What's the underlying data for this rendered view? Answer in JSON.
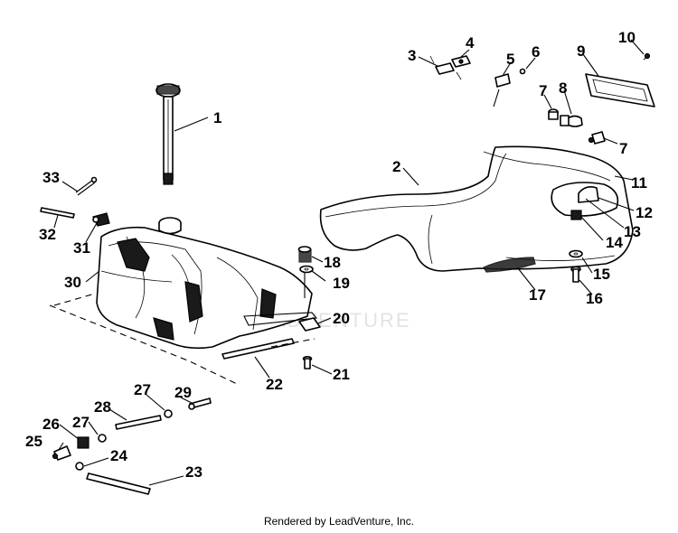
{
  "watermark": "LEADVENTURE",
  "footer": "Rendered by LeadVenture, Inc.",
  "callouts": [
    "1",
    "2",
    "3",
    "4",
    "5",
    "6",
    "7",
    "8",
    "9",
    "10",
    "7",
    "11",
    "12",
    "13",
    "14",
    "15",
    "16",
    "17",
    "18",
    "19",
    "20",
    "21",
    "22",
    "23",
    "24",
    "25",
    "26",
    "27",
    "27",
    "28",
    "29",
    "30",
    "31",
    "32",
    "33"
  ]
}
